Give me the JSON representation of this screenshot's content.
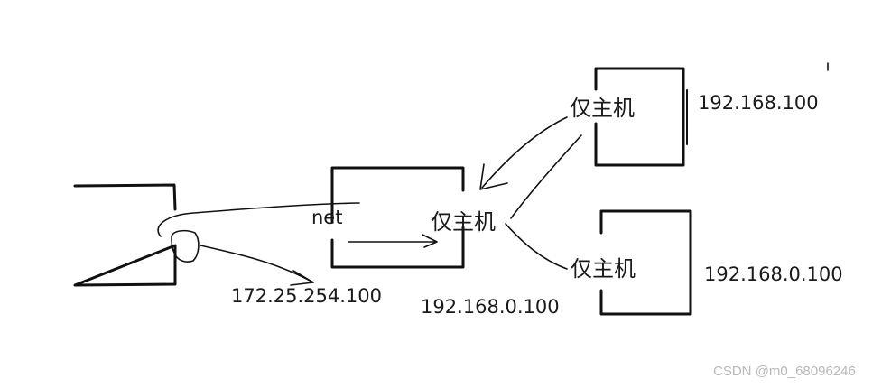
{
  "diagram": {
    "left_node_ip": "172.25.254.100",
    "center_node": {
      "net_label": "net",
      "host_label": "仅主机",
      "ip": "192.168.0.100"
    },
    "top_right_node": {
      "host_label": "仅主机",
      "ip": "192.168.100"
    },
    "bottom_right_node": {
      "host_label": "仅主机",
      "ip": "192.168.0.100"
    }
  },
  "watermark": "CSDN @m0_68096246"
}
